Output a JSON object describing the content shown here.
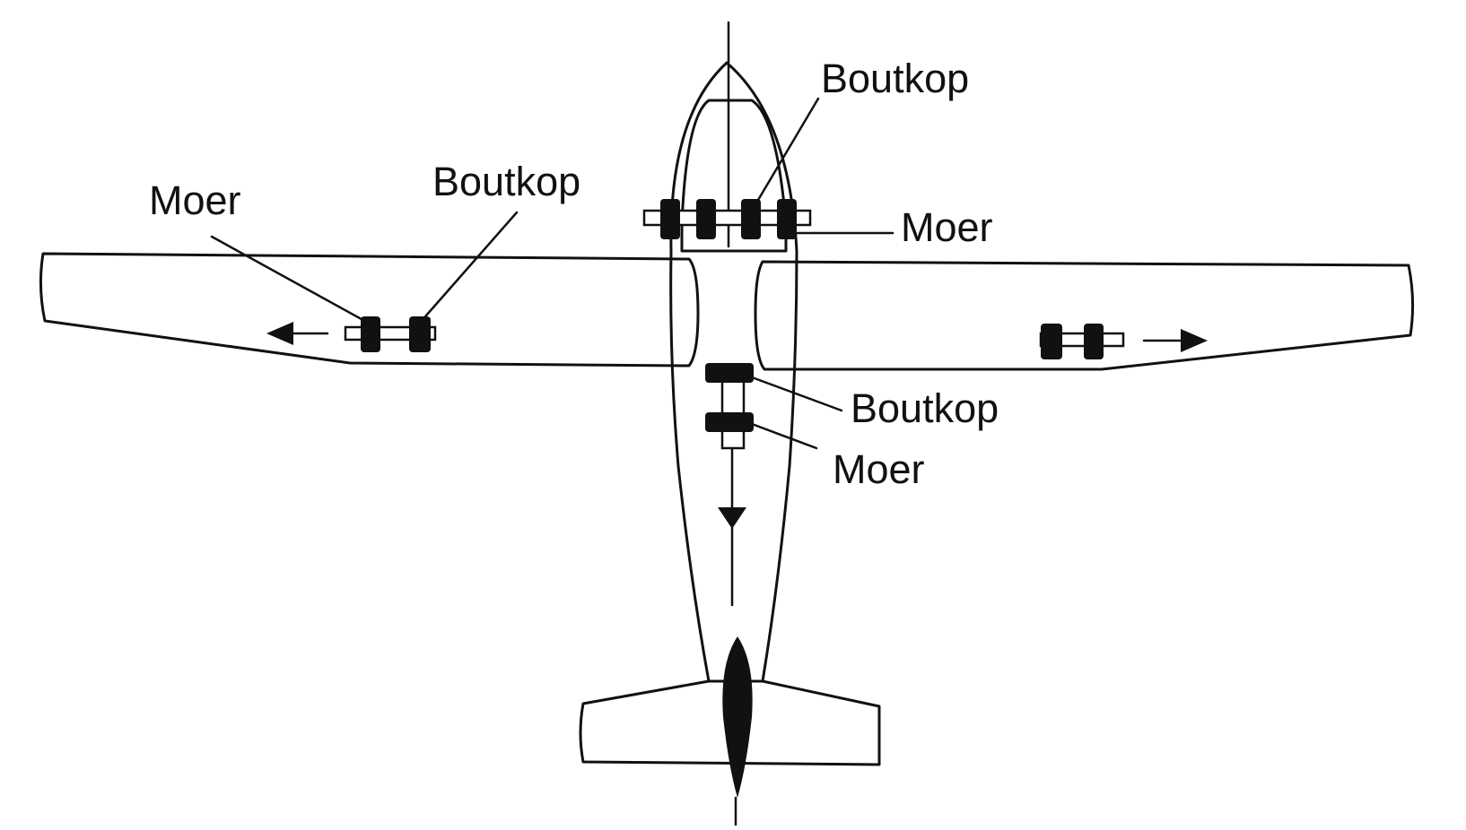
{
  "labels": {
    "nose_bolt_head": "Boutkop",
    "nose_nut": "Moer",
    "left_wing_nut": "Moer",
    "left_wing_bolt_head": "Boutkop",
    "fuselage_bolt_head": "Boutkop",
    "fuselage_nut": "Moer"
  },
  "colors": {
    "ink": "#111111",
    "paper": "#ffffff"
  }
}
